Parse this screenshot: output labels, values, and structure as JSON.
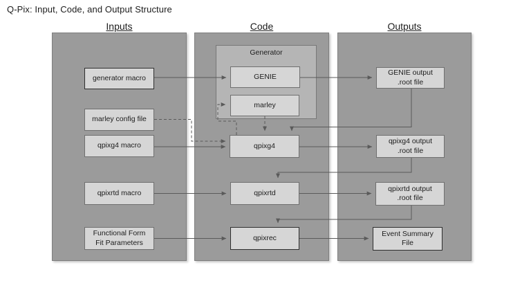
{
  "title": "Q-Pix: Input, Code, and Output Structure",
  "columns": {
    "inputs": {
      "header": "Inputs",
      "boxes": [
        {
          "label": "generator macro"
        },
        {
          "label": "marley config file"
        },
        {
          "label": "qpixg4 macro"
        },
        {
          "label": "qpixrtd macro"
        },
        {
          "label": "Functional Form\nFit Parameters"
        }
      ]
    },
    "code": {
      "header": "Code",
      "generator_group_label": "Generator",
      "boxes": [
        {
          "label": "GENIE"
        },
        {
          "label": "marley"
        },
        {
          "label": "qpixg4"
        },
        {
          "label": "qpixrtd"
        },
        {
          "label": "qpixrec"
        }
      ]
    },
    "outputs": {
      "header": "Outputs",
      "boxes": [
        {
          "label": "GENIE output\n.root file"
        },
        {
          "label": "qpixg4 output\n.root file"
        },
        {
          "label": "qpixrtd output\n.root file"
        },
        {
          "label": "Event Summary\nFile"
        }
      ]
    }
  },
  "edges": [
    {
      "from": "generator macro",
      "to": "GENIE",
      "style": "solid"
    },
    {
      "from": "qpixg4 macro",
      "to": "qpixg4",
      "style": "solid"
    },
    {
      "from": "qpixrtd macro",
      "to": "qpixrtd",
      "style": "solid"
    },
    {
      "from": "Functional Form Fit Parameters",
      "to": "qpixrec",
      "style": "solid"
    },
    {
      "from": "GENIE",
      "to": "GENIE output .root file",
      "style": "solid"
    },
    {
      "from": "qpixg4",
      "to": "qpixg4 output .root file",
      "style": "solid"
    },
    {
      "from": "qpixrtd",
      "to": "qpixrtd output .root file",
      "style": "solid"
    },
    {
      "from": "qpixrec",
      "to": "Event Summary File",
      "style": "solid"
    },
    {
      "from": "GENIE output .root file",
      "to": "qpixg4",
      "style": "solid"
    },
    {
      "from": "qpixg4 output .root file",
      "to": "qpixrtd",
      "style": "solid"
    },
    {
      "from": "qpixrtd output .root file",
      "to": "qpixrec",
      "style": "solid"
    },
    {
      "from": "marley config file",
      "to": "qpixg4",
      "style": "dashed"
    },
    {
      "from": "qpixg4",
      "to": "marley",
      "style": "dashed"
    },
    {
      "from": "marley",
      "to": "qpixg4",
      "style": "dashed"
    }
  ],
  "colors": {
    "panel": "#9b9b9b",
    "generator_group": "#b5b5b5",
    "node_fill": "#d6d6d6",
    "node_border": "#6f6f6f",
    "node_border_highlight": "#2e2e2e",
    "line": "#5a5a5a"
  }
}
